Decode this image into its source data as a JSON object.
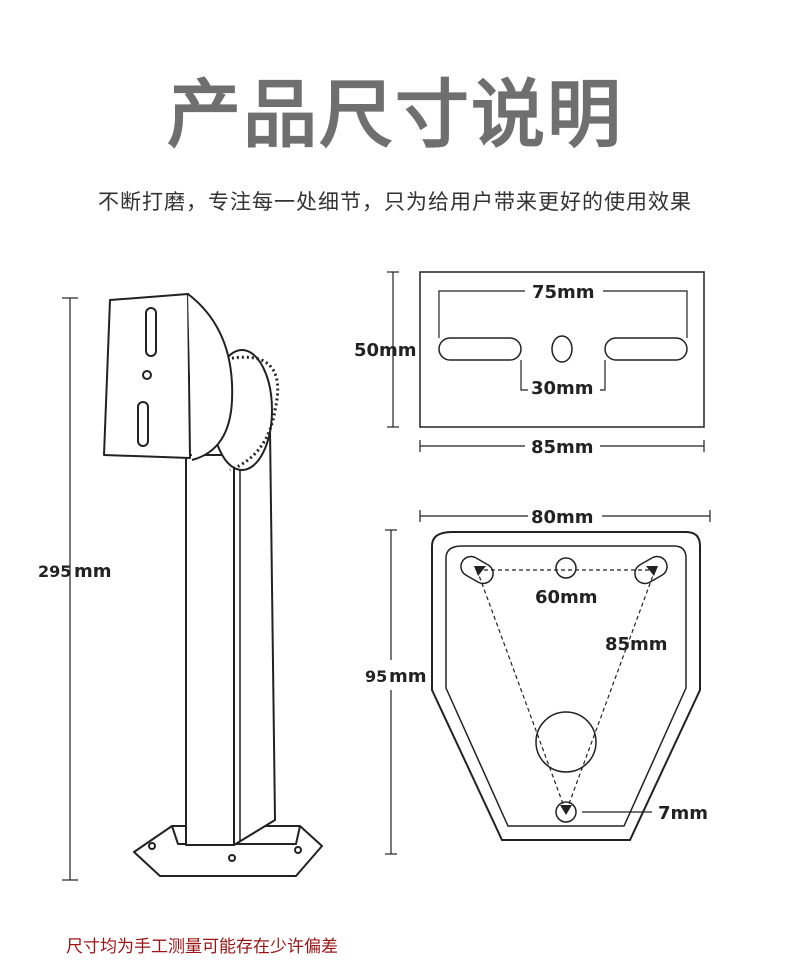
{
  "header": {
    "title": "产品尺寸说明",
    "subtitle": "不断打磨，专注每一处细节，只为给用户带来更好的使用效果"
  },
  "dimensions": {
    "height_total": "295",
    "height_total_unit": "mm",
    "top_plate_slot_span": "75mm",
    "top_plate_height": "50mm",
    "top_plate_slot_gap": "30mm",
    "top_plate_width": "85mm",
    "base_width": "80mm",
    "base_hole_span": "60mm",
    "base_diagonal": "85mm",
    "base_height": "95",
    "base_height_unit": "mm",
    "small_hole": "7mm"
  },
  "footnote": "尺寸均为手工测量可能存在少许偏差",
  "colors": {
    "title": "#6f6f6f",
    "footnote": "#9a1414",
    "line": "#222222"
  }
}
